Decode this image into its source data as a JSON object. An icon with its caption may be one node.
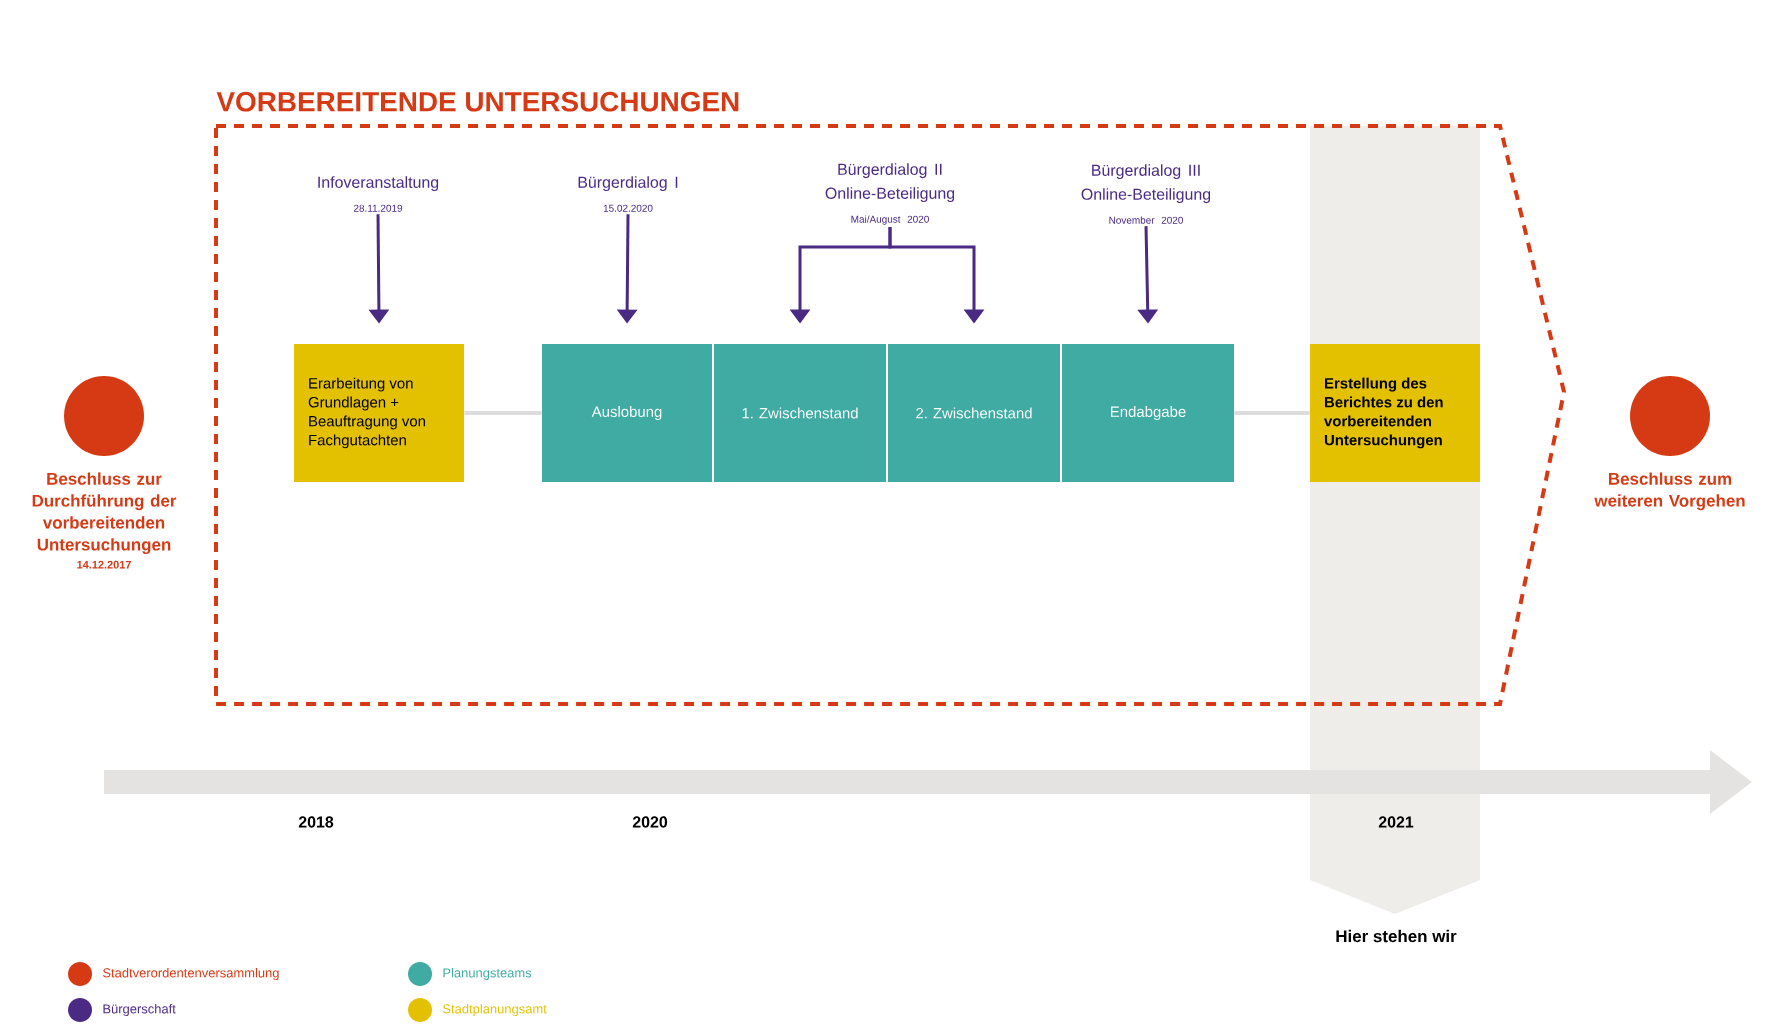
{
  "diagram": {
    "nodes": [
      {
        "text": [
          "VORBEREITENDE UNTERSUCHUNGEN"
        ]
      },
      {
        "text": [],
        "shape": "circle",
        "beside": [
          "Beschluss zur Durchführung der vorbereitenden Untersuchungen",
          "14.12.2017"
        ]
      },
      {
        "text": [
          "Infoveranstaltung",
          "28.11.2019"
        ],
        "in": 0
      },
      {
        "text": [
          "Bürgerdialog I",
          "15.02.2020"
        ],
        "in": 0
      },
      {
        "text": [
          "Bürgerdialog II Online-Beteiligung",
          "Mai/August 2020"
        ],
        "in": 0
      },
      {
        "text": [
          "Bürgerdialog III Online-Beteiligung",
          "November 2020"
        ],
        "in": 0
      },
      {
        "text": [
          "Erarbeitung von Grundlagen + Beauftragung von Fachgutachten"
        ],
        "in": 0
      },
      {
        "text": [
          "Auslobung"
        ],
        "in": 0
      },
      {
        "text": [
          "1. Zwischenstand"
        ],
        "in": 0
      },
      {
        "text": [
          "2. Zwischenstand"
        ],
        "in": 0
      },
      {
        "text": [
          "Endabgabe"
        ],
        "in": 0
      },
      {
        "text": [
          "Erstellung des Berichtes zu den vorbereitenden Untersuchungen"
        ],
        "in": 0
      },
      {
        "text": [],
        "shape": "circle",
        "beside": [
          "Beschluss zum weiteren Vorgehen"
        ]
      }
    ],
    "edges": [
      {
        "from": 2,
        "to": 6,
        "arrow": "to"
      },
      {
        "from": 3,
        "to": 7,
        "arrow": "to"
      },
      {
        "from": 4,
        "to": 8,
        "arrow": "to"
      },
      {
        "from": 4,
        "to": 9,
        "arrow": "to"
      },
      {
        "from": 5,
        "to": 10,
        "arrow": "to"
      },
      {
        "from": 6,
        "to": 7,
        "arrow": "none",
        "color": "#dcdcdc"
      },
      {
        "from": 10,
        "to": 11,
        "arrow": "none",
        "color": "#dcdcdc"
      }
    ],
    "labels": [
      "2018",
      "2020",
      "2021",
      "Hier stehen wir"
    ],
    "legend": [
      {
        "text": "Stadtverordentenversammlung",
        "color": "#d63a14"
      },
      {
        "text": "Bürgerschaft",
        "color": "#4b2a84"
      },
      {
        "text": "Planungsteams",
        "color": "#40aba3"
      },
      {
        "text": "Stadtplanungsamt",
        "color": "#e3c000"
      }
    ]
  }
}
